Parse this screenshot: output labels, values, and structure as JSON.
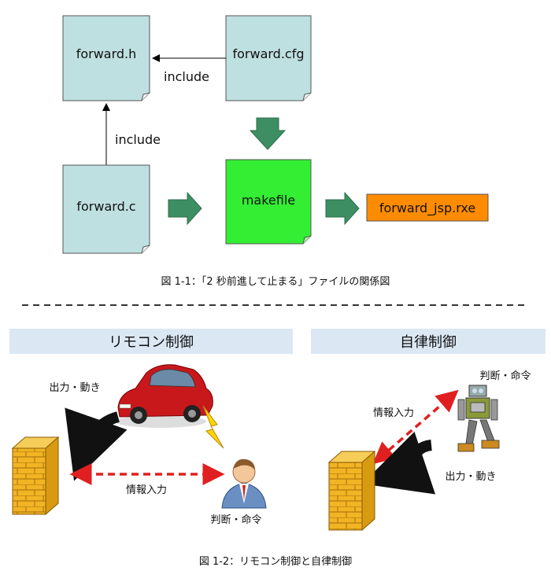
{
  "fig1": {
    "files": {
      "forward_h": "forward.h",
      "forward_cfg": "forward.cfg",
      "forward_c": "forward.c",
      "makefile": "makefile",
      "output": "forward_jsp.rxe"
    },
    "include_top": "include",
    "include_left": "include",
    "caption": "図 1-1：「2 秒前進して止まる」ファイルの関係図"
  },
  "fig2": {
    "remote": {
      "header": "リモコン制御",
      "output_label": "出力・動き",
      "info_label": "情報入力",
      "judge_label": "判断・命令"
    },
    "autonomous": {
      "header": "自律制御",
      "judge_label": "判断・命令",
      "info_label": "情報入力",
      "output_label": "出力・動き"
    },
    "caption": "図 1-2：リモコン制御と自律制御"
  },
  "colors": {
    "doc_fill": "#bfe0e0",
    "makefile_fill": "#33ee33",
    "output_fill": "#ff8c00",
    "fat_arrow": "#3d8f63",
    "header_bg": "#dbe8f4",
    "dashed_red": "#e02020"
  },
  "icons": [
    "car-icon",
    "person-icon",
    "robot-icon",
    "brick-wall-icon",
    "lightning-icon"
  ]
}
